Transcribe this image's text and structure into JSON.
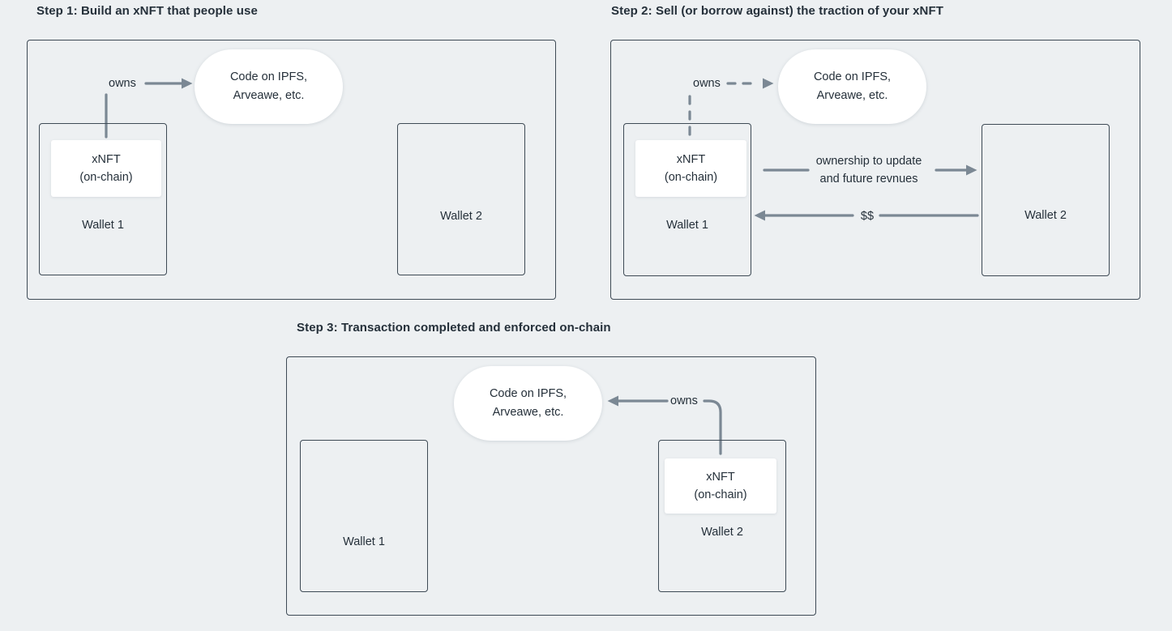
{
  "colors": {
    "background": "#edf0f2",
    "panel_border": "#3e4a55",
    "connector": "#7b8894",
    "text": "#25303a",
    "node_fill": "#ffffff"
  },
  "panels": {
    "step1": {
      "title": "Step 1: Build an xNFT that people use",
      "cloud_line1": "Code on IPFS,",
      "cloud_line2": "Arveawe, etc.",
      "owns_label": "owns",
      "xnft_line1": "xNFT",
      "xnft_line2": "(on-chain)",
      "wallet1_label": "Wallet 1",
      "wallet2_label": "Wallet 2"
    },
    "step2": {
      "title": "Step 2: Sell (or borrow against) the traction of your xNFT",
      "cloud_line1": "Code on IPFS,",
      "cloud_line2": "Arveawe, etc.",
      "owns_label": "owns",
      "xnft_line1": "xNFT",
      "xnft_line2": "(on-chain)",
      "wallet1_label": "Wallet 1",
      "wallet2_label": "Wallet 2",
      "ownership_line1": "ownership to update",
      "ownership_line2": "and future revnues",
      "money_label": "$$"
    },
    "step3": {
      "title": "Step 3: Transaction completed and enforced on-chain",
      "cloud_line1": "Code on IPFS,",
      "cloud_line2": "Arveawe, etc.",
      "owns_label": "owns",
      "xnft_line1": "xNFT",
      "xnft_line2": "(on-chain)",
      "wallet1_label": "Wallet 1",
      "wallet2_label": "Wallet 2"
    }
  }
}
